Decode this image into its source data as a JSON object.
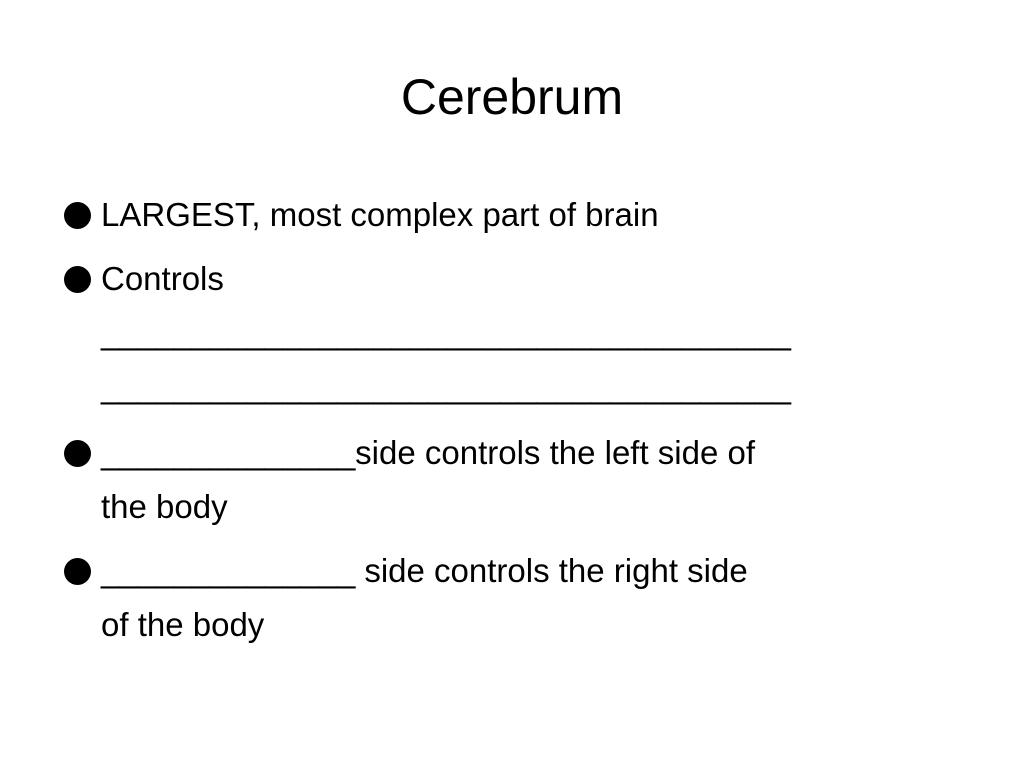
{
  "slide": {
    "title": "Cerebrum",
    "bullets": [
      {
        "text": "LARGEST, most complex part of brain"
      },
      {
        "label": "Controls",
        "blank_1": "______________________________________",
        "blank_2": "______________________________________"
      },
      {
        "blank": "______________",
        "text_line_1": "side controls the left side of",
        "text_line_2": "the body"
      },
      {
        "blank": "______________",
        "text_line_1": " side controls the right side",
        "text_line_2": "of the body"
      }
    ]
  }
}
